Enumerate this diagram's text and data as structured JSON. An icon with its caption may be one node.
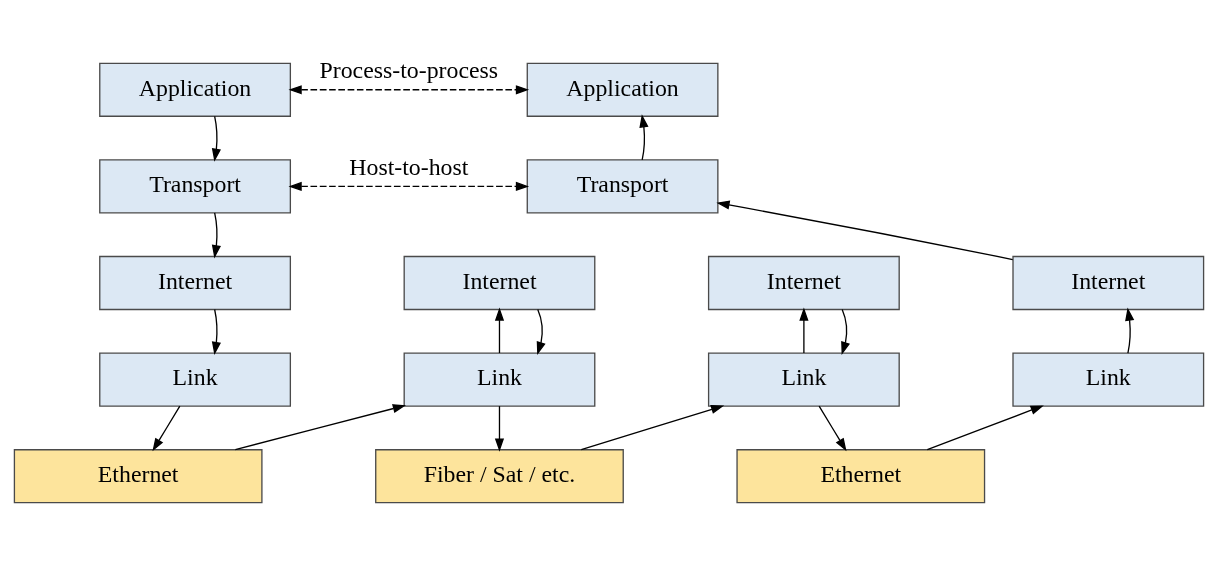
{
  "diagram": {
    "nodes": [
      {
        "text": [
          "Application"
        ]
      },
      {
        "text": [
          "Application"
        ]
      },
      {
        "text": [
          "Transport"
        ]
      },
      {
        "text": [
          "Transport"
        ]
      },
      {
        "text": [
          "Internet"
        ]
      },
      {
        "text": [
          "Internet"
        ]
      },
      {
        "text": [
          "Internet"
        ]
      },
      {
        "text": [
          "Internet"
        ]
      },
      {
        "text": [
          "Link"
        ]
      },
      {
        "text": [
          "Link"
        ]
      },
      {
        "text": [
          "Link"
        ]
      },
      {
        "text": [
          "Link"
        ]
      },
      {
        "text": [
          "Ethernet"
        ]
      },
      {
        "text": [
          "Fiber / Sat / etc."
        ]
      },
      {
        "text": [
          "Ethernet"
        ]
      }
    ],
    "edges": [
      {
        "from": 0,
        "to": 1,
        "arrow": "both",
        "style": "dashed",
        "label": "Process-to-process"
      },
      {
        "from": 2,
        "to": 3,
        "arrow": "both",
        "style": "dashed",
        "label": "Host-to-host"
      },
      {
        "from": 0,
        "to": 2,
        "arrow": "to"
      },
      {
        "from": 2,
        "to": 4,
        "arrow": "to"
      },
      {
        "from": 4,
        "to": 8,
        "arrow": "to"
      },
      {
        "from": 8,
        "to": 12,
        "arrow": "to"
      },
      {
        "from": 12,
        "to": 9,
        "arrow": "to"
      },
      {
        "from": 9,
        "to": 5,
        "arrow": "to"
      },
      {
        "from": 5,
        "to": 9,
        "arrow": "to"
      },
      {
        "from": 9,
        "to": 13,
        "arrow": "to"
      },
      {
        "from": 13,
        "to": 10,
        "arrow": "to"
      },
      {
        "from": 10,
        "to": 6,
        "arrow": "to"
      },
      {
        "from": 6,
        "to": 10,
        "arrow": "to"
      },
      {
        "from": 10,
        "to": 14,
        "arrow": "to"
      },
      {
        "from": 14,
        "to": 11,
        "arrow": "to"
      },
      {
        "from": 11,
        "to": 7,
        "arrow": "to"
      },
      {
        "from": 7,
        "to": 3,
        "arrow": "to"
      },
      {
        "from": 3,
        "to": 1,
        "arrow": "to"
      }
    ]
  }
}
